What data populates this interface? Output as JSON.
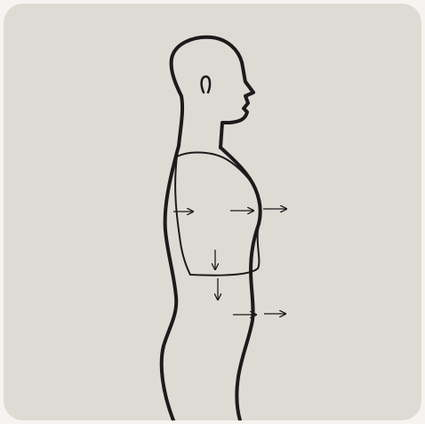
{
  "figure": {
    "subject": "side-profile-silhouette",
    "icons": [
      "head-outline",
      "torso-outline",
      "vest-garment",
      "arrow-icon"
    ],
    "colors": {
      "background": "#dedbd5",
      "page": "#f6f4f0",
      "line": "#1b1b1b"
    }
  }
}
